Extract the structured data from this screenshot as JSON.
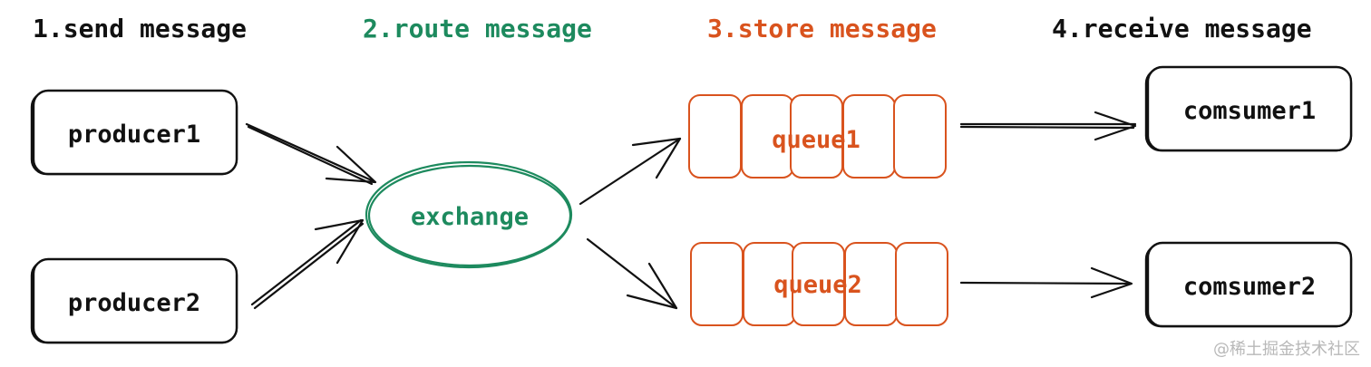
{
  "colors": {
    "ink": "#111111",
    "route": "#1d8a5e",
    "store": "#d9531e",
    "watermark": "#b8b8b8"
  },
  "steps": {
    "send": "1.send message",
    "route": "2.route message",
    "store": "3.store message",
    "receive": "4.receive message"
  },
  "nodes": {
    "producer1": "producer1",
    "producer2": "producer2",
    "exchange": "exchange",
    "queue1": "queue1",
    "queue2": "queue2",
    "consumer1": "comsumer1",
    "consumer2": "comsumer2"
  },
  "watermark": "@稀土掘金技术社区"
}
